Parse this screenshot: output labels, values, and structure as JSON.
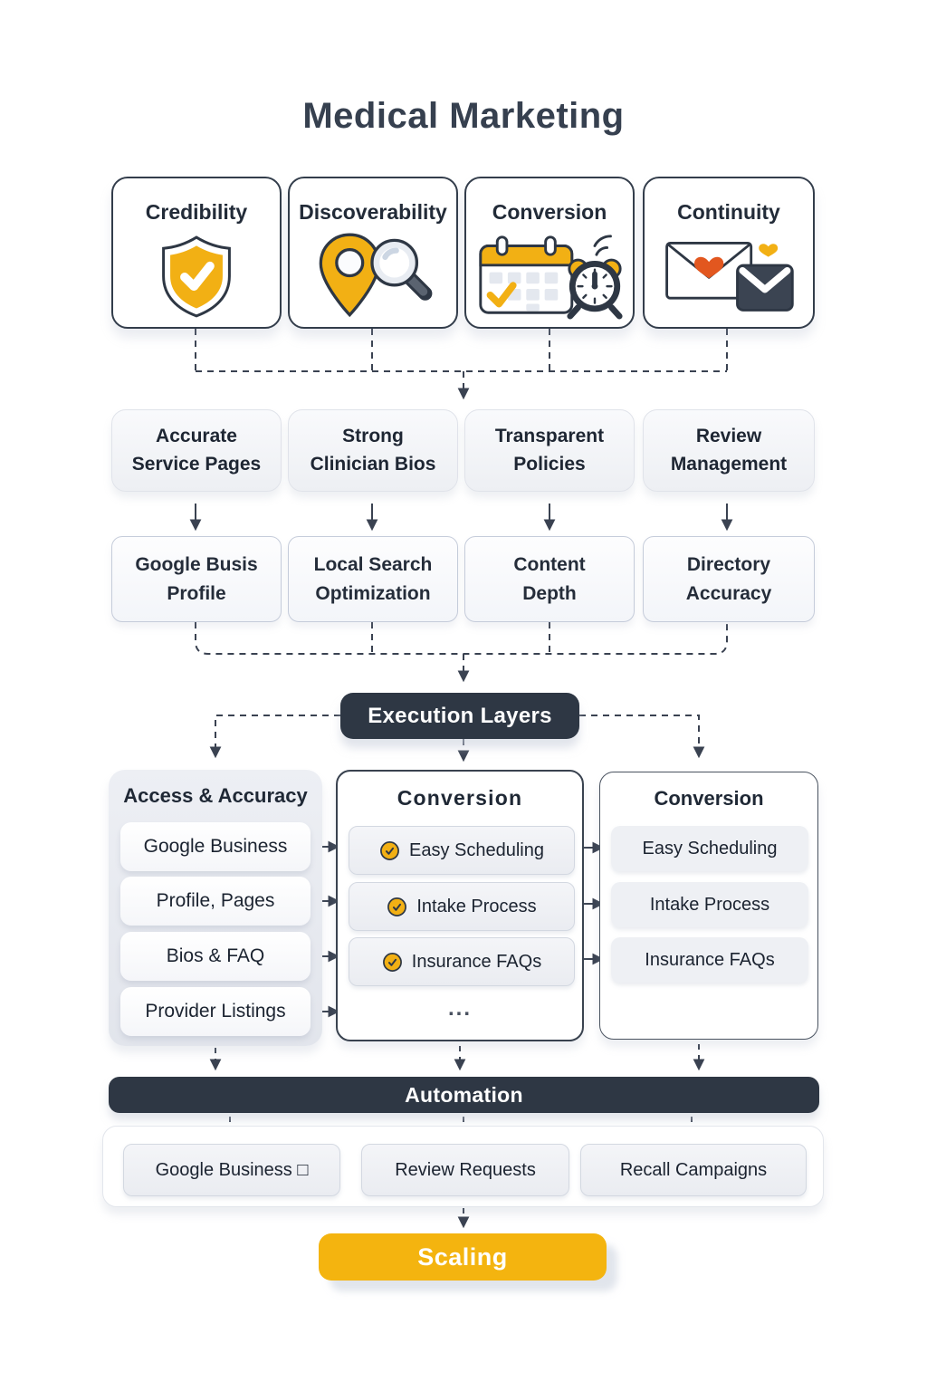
{
  "title": "Medical Marketing",
  "pillars": [
    {
      "label": "Credibility",
      "icon": "shield-check-icon"
    },
    {
      "label": "Discoverability",
      "icon": "location-pin-search-icon"
    },
    {
      "label": "Conversion",
      "icon": "calendar-alarm-icon"
    },
    {
      "label": "Continuity",
      "icon": "envelopes-hearts-icon"
    }
  ],
  "foundations": [
    {
      "lines": [
        "Accurate",
        "Service Pages"
      ]
    },
    {
      "lines": [
        "Strong",
        "Clinician Bios"
      ]
    },
    {
      "lines": [
        "Transparent",
        "Policies"
      ]
    },
    {
      "lines": [
        "Review",
        "Management"
      ]
    }
  ],
  "tactics": [
    {
      "lines": [
        "Google Busis",
        "Profile"
      ]
    },
    {
      "lines": [
        "Local Search",
        "Optimization"
      ]
    },
    {
      "lines": [
        "Content",
        "Depth"
      ]
    },
    {
      "lines": [
        "Directory",
        "Accuracy"
      ]
    }
  ],
  "execution": {
    "label": "Execution Layers"
  },
  "columns": {
    "access": {
      "title": "Access & Accuracy",
      "items": [
        "Google Business",
        "Profile, Pages",
        "Bios & FAQ",
        "Provider Listings"
      ]
    },
    "mid": {
      "title": "Conversion",
      "items": [
        "Easy Scheduling",
        "Intake Process",
        "Insurance FAQs"
      ],
      "more": "..."
    },
    "right": {
      "title": "Conversion",
      "items": [
        "Easy Scheduling",
        "Intake Process",
        "Insurance FAQs"
      ]
    }
  },
  "automation": {
    "label": "Automation",
    "items": [
      "Google Business □",
      "Review Requests",
      "Recall Campaigns"
    ]
  },
  "scaling": {
    "label": "Scaling"
  },
  "colors": {
    "accent_yellow": "#F4B40F",
    "dark_slate": "#2E3744",
    "heart_orange": "#E2571F"
  }
}
